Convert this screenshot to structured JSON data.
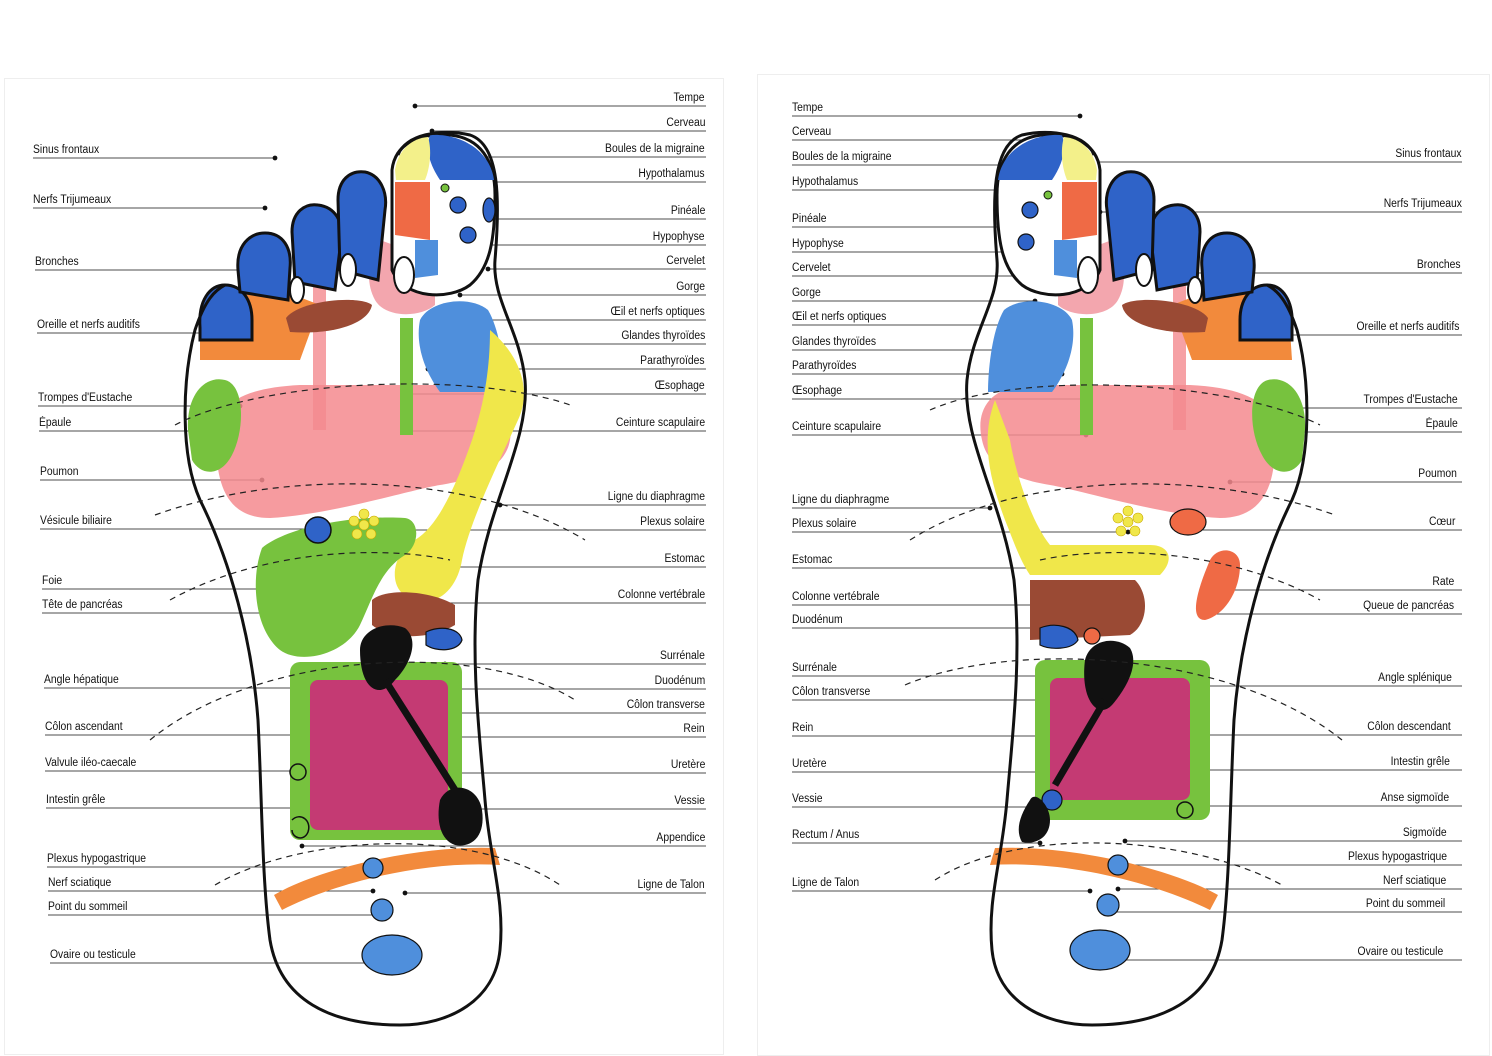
{
  "left_foot": {
    "labels_left": [
      "Sinus frontaux",
      "Nerfs Trijumeaux",
      "Bronches",
      "Oreille et nerfs auditifs",
      "Trompes d'Eustache",
      "Épaule",
      "Poumon",
      "Vésicule biliaire",
      "Foie",
      "Tête de pancréas",
      "Angle hépatique",
      "Côlon ascendant",
      "Valvule iléo-caecale",
      "Intestin grêle",
      "Plexus hypogastrique",
      "Nerf sciatique",
      "Point du sommeil",
      "Ovaire ou testicule"
    ],
    "labels_right": [
      "Tempe",
      "Cerveau",
      "Boules de la migraine",
      "Hypothalamus",
      "Pinéale",
      "Hypophyse",
      "Cervelet",
      "Gorge",
      "Œil et nerfs optiques",
      "Glandes thyroïdes",
      "Parathyroïdes",
      "Œsophage",
      "Ceinture scapulaire",
      "Ligne du diaphragme",
      "Plexus solaire",
      "Estomac",
      "Colonne vertébrale",
      "Surrénale",
      "Duodénum",
      "Côlon transverse",
      "Rein",
      "Uretère",
      "Vessie",
      "Appendice",
      "Ligne de Talon"
    ]
  },
  "right_foot": {
    "labels_left": [
      "Tempe",
      "Cerveau",
      "Boules de la migraine",
      "Hypothalamus",
      "Pinéale",
      "Hypophyse",
      "Cervelet",
      "Gorge",
      "Œil et nerfs optiques",
      "Glandes thyroïdes",
      "Parathyroïdes",
      "Œsophage",
      "Ceinture scapulaire",
      "Ligne du diaphragme",
      "Plexus solaire",
      "Estomac",
      "Colonne vertébrale",
      "Duodénum",
      "Surrénale",
      "Côlon transverse",
      "Rein",
      "Uretère",
      "Vessie",
      "Rectum / Anus",
      "Ligne de Talon"
    ],
    "labels_right": [
      "Sinus frontaux",
      "Nerfs Trijumeaux",
      "Bronches",
      "Oreille et nerfs auditifs",
      "Trompes d'Eustache",
      "Épaule",
      "Poumon",
      "Cœur",
      "Rate",
      "Queue de pancréas",
      "Angle splénique",
      "Côlon descendant",
      "Intestin grêle",
      "Anse sigmoïde",
      "Sigmoïde",
      "Plexus hypogastrique",
      "Nerf sciatique",
      "Point du sommeil",
      "Ovaire ou testicule"
    ]
  },
  "colors": {
    "blue": "#2f63c8",
    "light_blue": "#4f8fdc",
    "yellow_pale": "#f3f08a",
    "orange": "#f28a3c",
    "orange_red": "#ef6a45",
    "pink": "#f3a6ae",
    "lung": "#f48a8e",
    "green": "#77c23e",
    "yellow": "#f0e74a",
    "brown": "#9a4a34",
    "magenta": "#c43a73",
    "black": "#111111",
    "outline": "#111111"
  }
}
